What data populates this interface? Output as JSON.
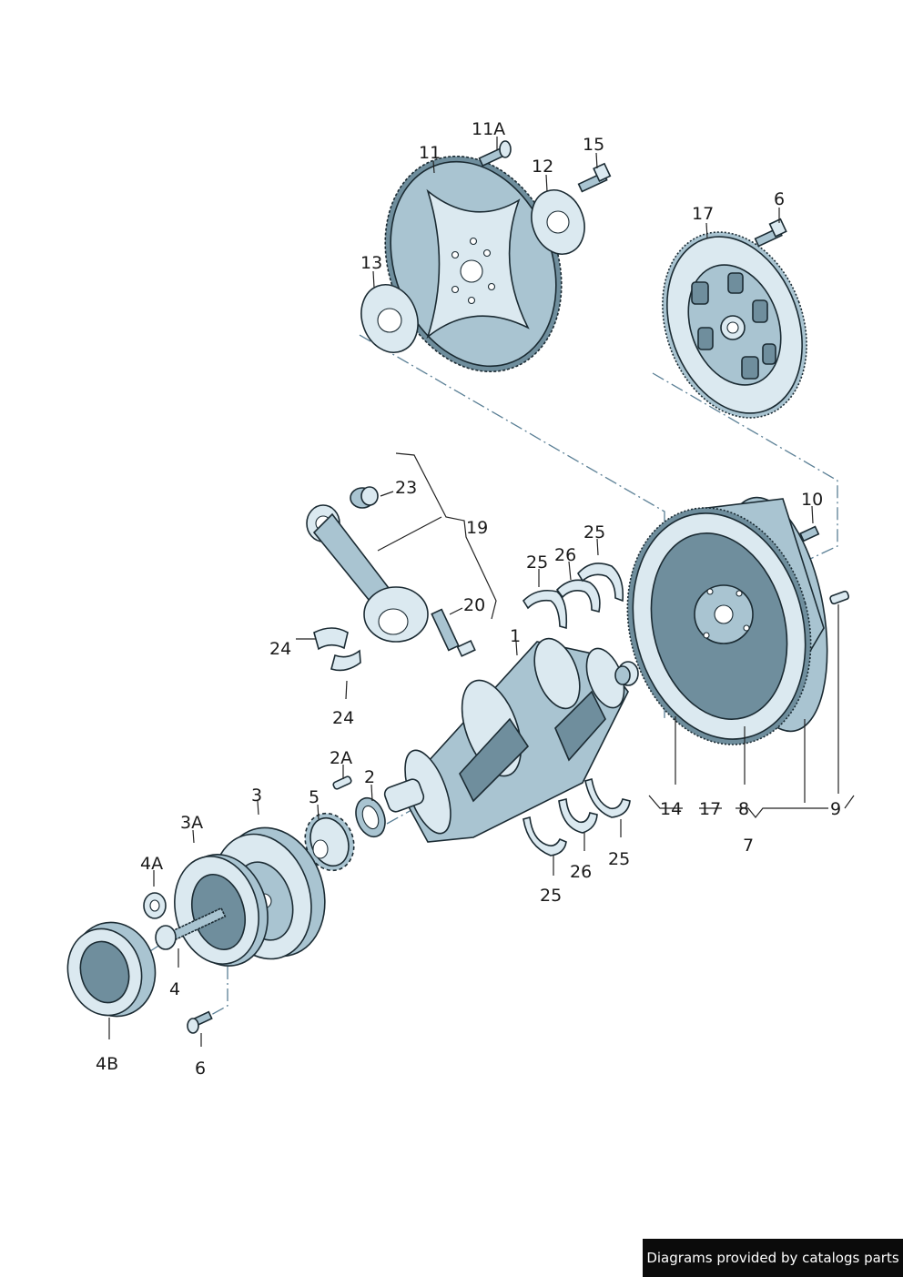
{
  "labels": {
    "l11a": "11A",
    "l11": "11",
    "l15": "15",
    "l12": "12",
    "l6top": "6",
    "l17top": "17",
    "l13": "13",
    "l23": "23",
    "l19": "19",
    "l25a": "25",
    "l26a": "26",
    "l25b": "25",
    "l10": "10",
    "l20": "20",
    "l1": "1",
    "l24a": "24",
    "l24b": "24",
    "l2a": "2A",
    "l2": "2",
    "l3": "3",
    "l5": "5",
    "l3a": "3A",
    "l4a": "4A",
    "l14": "14",
    "l17b": "17",
    "l8": "8",
    "l9": "9",
    "l7": "7",
    "l26b": "26",
    "l25c": "25",
    "l25d": "25",
    "l4": "4",
    "l4b": "4B",
    "l6b": "6"
  },
  "footer": {
    "text": "Diagrams provided by catalogs parts"
  },
  "colors": {
    "metal_light": "#dbe9f0",
    "metal_mid": "#a9c4d1",
    "metal_dark": "#6f8e9d",
    "outline": "#1b2b33"
  }
}
